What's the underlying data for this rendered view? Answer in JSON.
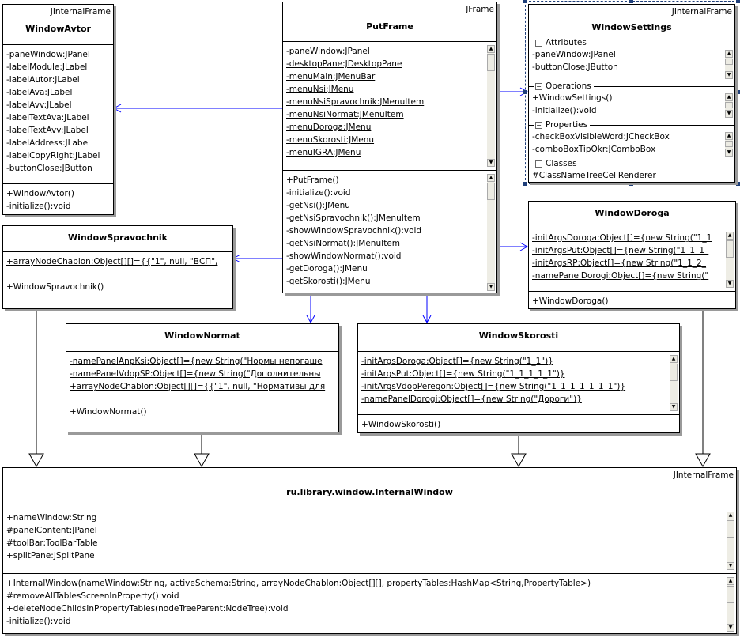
{
  "colors": {
    "association": "#0000ff",
    "generalization": "#000000",
    "selection": "#1f3f7a"
  },
  "classes": [
    {
      "id": "WindowAvtor",
      "stereotype": "JInternalFrame",
      "name": "WindowAvtor",
      "compartments": [
        {
          "kind": "attributes",
          "items": [
            "-paneWindow:JPanel",
            "-labelModule:JLabel",
            "-labelAutor:JLabel",
            "-labelAva:JLabel",
            "-labelAvv:JLabel",
            "-labelTextAva:JLabel",
            "-labelTextAvv:JLabel",
            "-labelAddress:JLabel",
            "-labelCopyRight:JLabel",
            "-buttonClose:JButton"
          ]
        },
        {
          "kind": "operations",
          "items": [
            "+WindowAvtor()",
            "-initialize():void"
          ]
        }
      ]
    },
    {
      "id": "PutFrame",
      "stereotype": "JFrame",
      "name": "PutFrame",
      "compartments": [
        {
          "kind": "attributes",
          "static": true,
          "scroll": true,
          "items": [
            "-paneWindow:JPanel",
            "-desktopPane:JDesktopPane",
            "-menuMain:JMenuBar",
            "-menuNsi:JMenu",
            "-menuNsiSpravochnik:JMenuItem",
            "-menuNsiNormat:JMenuItem",
            "-menuDoroga:JMenu",
            "-menuSkorosti:JMenu",
            "-menuIGRA:JMenu"
          ]
        },
        {
          "kind": "operations",
          "scroll": true,
          "items": [
            "+PutFrame()",
            "-initialize():void",
            "-getNsi():JMenu",
            "-getNsiSpravochnik():JMenuItem",
            "-showWindowSpravochnik():void",
            "-getNsiNormat():JMenuItem",
            "-showWindowNormat():void",
            "-getDoroga():JMenu",
            "-getSkorosti():JMenu"
          ]
        }
      ]
    },
    {
      "id": "WindowSettings",
      "stereotype": "JInternalFrame",
      "name": "WindowSettings",
      "selected": true,
      "compartments": [
        {
          "kind": "attributes",
          "label": "Attributes",
          "scroll": true,
          "items": [
            "-paneWindow:JPanel",
            "-buttonClose:JButton"
          ]
        },
        {
          "kind": "operations",
          "label": "Operations",
          "scroll": true,
          "items": [
            "+WindowSettings()",
            "-initialize():void"
          ]
        },
        {
          "kind": "properties",
          "label": "Properties",
          "scroll": true,
          "items": [
            "-checkBoxVisibleWord:JCheckBox",
            "-comboBoxTipOkr:JComboBox"
          ]
        },
        {
          "kind": "classes",
          "label": "Classes",
          "items": [
            "#ClassNameTreeCellRenderer"
          ]
        }
      ]
    },
    {
      "id": "WindowSpravochnik",
      "name": "WindowSpravochnik",
      "compartments": [
        {
          "kind": "attributes",
          "static": true,
          "items": [
            "+arrayNodeChablon:Object[][]={{\"1\", null, \"ВСП\","
          ]
        },
        {
          "kind": "operations",
          "items": [
            "+WindowSpravochnik()"
          ]
        }
      ]
    },
    {
      "id": "WindowDoroga",
      "name": "WindowDoroga",
      "compartments": [
        {
          "kind": "attributes",
          "static": true,
          "scroll": true,
          "items": [
            "-initArgsDoroga:Object[]={new String(\"1_1",
            "-initArgsPut:Object[]={new String(\"1_1_1_",
            "-initArgsRP:Object[]={new String(\"1_1_2_",
            "-namePanelDorogi:Object[]={new String(\""
          ]
        },
        {
          "kind": "operations",
          "items": [
            "+WindowDoroga()"
          ]
        }
      ]
    },
    {
      "id": "WindowNormat",
      "name": "WindowNormat",
      "compartments": [
        {
          "kind": "attributes",
          "static": true,
          "items": [
            "-namePanelAnpKsi:Object[]={new String(\"Нормы непогаше",
            "-namePanelVdopSP:Object[]={new String(\"Дополнительны",
            "+arrayNodeChablon:Object[][]={{\"1\", null, \"Нормативы для"
          ]
        },
        {
          "kind": "operations",
          "items": [
            "+WindowNormat()"
          ]
        }
      ]
    },
    {
      "id": "WindowSkorosti",
      "name": "WindowSkorosti",
      "compartments": [
        {
          "kind": "attributes",
          "static": true,
          "scroll": true,
          "items": [
            "-initArgsDoroga:Object[]={new String(\"1_1\")}",
            "-initArgsPut:Object[]={new String(\"1_1_1_1_1\")}",
            "-initArgsVdopPeregon:Object[]={new String(\"1_1_1_1_1_1_1\")}",
            "-namePanelDorogi:Object[]={new String(\"Дороги\")}"
          ]
        },
        {
          "kind": "operations",
          "items": [
            "+WindowSkorosti()"
          ]
        }
      ]
    },
    {
      "id": "InternalWindow",
      "stereotype": "JInternalFrame",
      "name": "ru.library.window.InternalWindow",
      "compartments": [
        {
          "kind": "attributes",
          "scroll": true,
          "items": [
            "+nameWindow:String",
            "#panelContent:JPanel",
            "#toolBar:ToolBarTable",
            "+splitPane:JSplitPane"
          ]
        },
        {
          "kind": "operations",
          "scroll": true,
          "items": [
            "+InternalWindow(nameWindow:String, activeSchema:String, arrayNodeChablon:Object[][], propertyTables:HashMap<String,PropertyTable>)",
            "#removeAllTablesScreenInProperty():void",
            "+deleteNodeChildsInPropertyTables(nodeTreeParent:NodeTree):void",
            "-initialize():void"
          ]
        }
      ]
    }
  ],
  "relations": [
    {
      "type": "association",
      "from": "PutFrame",
      "to": "WindowAvtor"
    },
    {
      "type": "association",
      "from": "PutFrame",
      "to": "WindowSettings"
    },
    {
      "type": "association",
      "from": "PutFrame",
      "to": "WindowSpravochnik"
    },
    {
      "type": "association",
      "from": "PutFrame",
      "to": "WindowDoroga"
    },
    {
      "type": "association",
      "from": "PutFrame",
      "to": "WindowNormat"
    },
    {
      "type": "association",
      "from": "PutFrame",
      "to": "WindowSkorosti"
    },
    {
      "type": "generalization",
      "from": "WindowSpravochnik",
      "to": "InternalWindow"
    },
    {
      "type": "generalization",
      "from": "WindowNormat",
      "to": "InternalWindow"
    },
    {
      "type": "generalization",
      "from": "WindowSkorosti",
      "to": "InternalWindow"
    },
    {
      "type": "generalization",
      "from": "WindowDoroga",
      "to": "InternalWindow"
    }
  ]
}
